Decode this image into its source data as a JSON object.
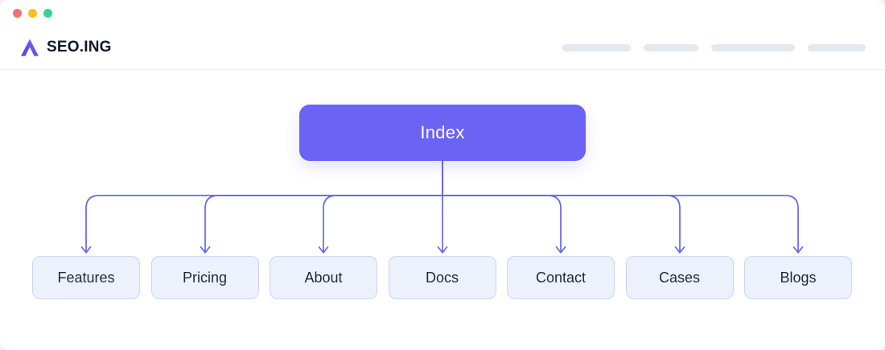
{
  "window": {
    "traffic_lights": [
      "#f87171",
      "#fbbf24",
      "#34d399"
    ]
  },
  "header": {
    "brand_prefix": "SEO.",
    "brand_suffix": "ING",
    "logo_icon": "a-mark-icon",
    "nav_placeholder_count": 4
  },
  "colors": {
    "accent": "#6b63f3",
    "line": "#6467ee",
    "node_bg": "#edf1fc",
    "node_border": "#c9d4f6",
    "text_dark": "#1e293b",
    "placeholder": "#e4e8ef",
    "logo_gradient_start": "#4f46e5",
    "logo_gradient_end": "#8b5cf6"
  },
  "sitemap": {
    "root": {
      "label": "Index"
    },
    "children": [
      {
        "label": "Features"
      },
      {
        "label": "Pricing"
      },
      {
        "label": "About"
      },
      {
        "label": "Docs"
      },
      {
        "label": "Contact"
      },
      {
        "label": "Cases"
      },
      {
        "label": "Blogs"
      }
    ]
  }
}
